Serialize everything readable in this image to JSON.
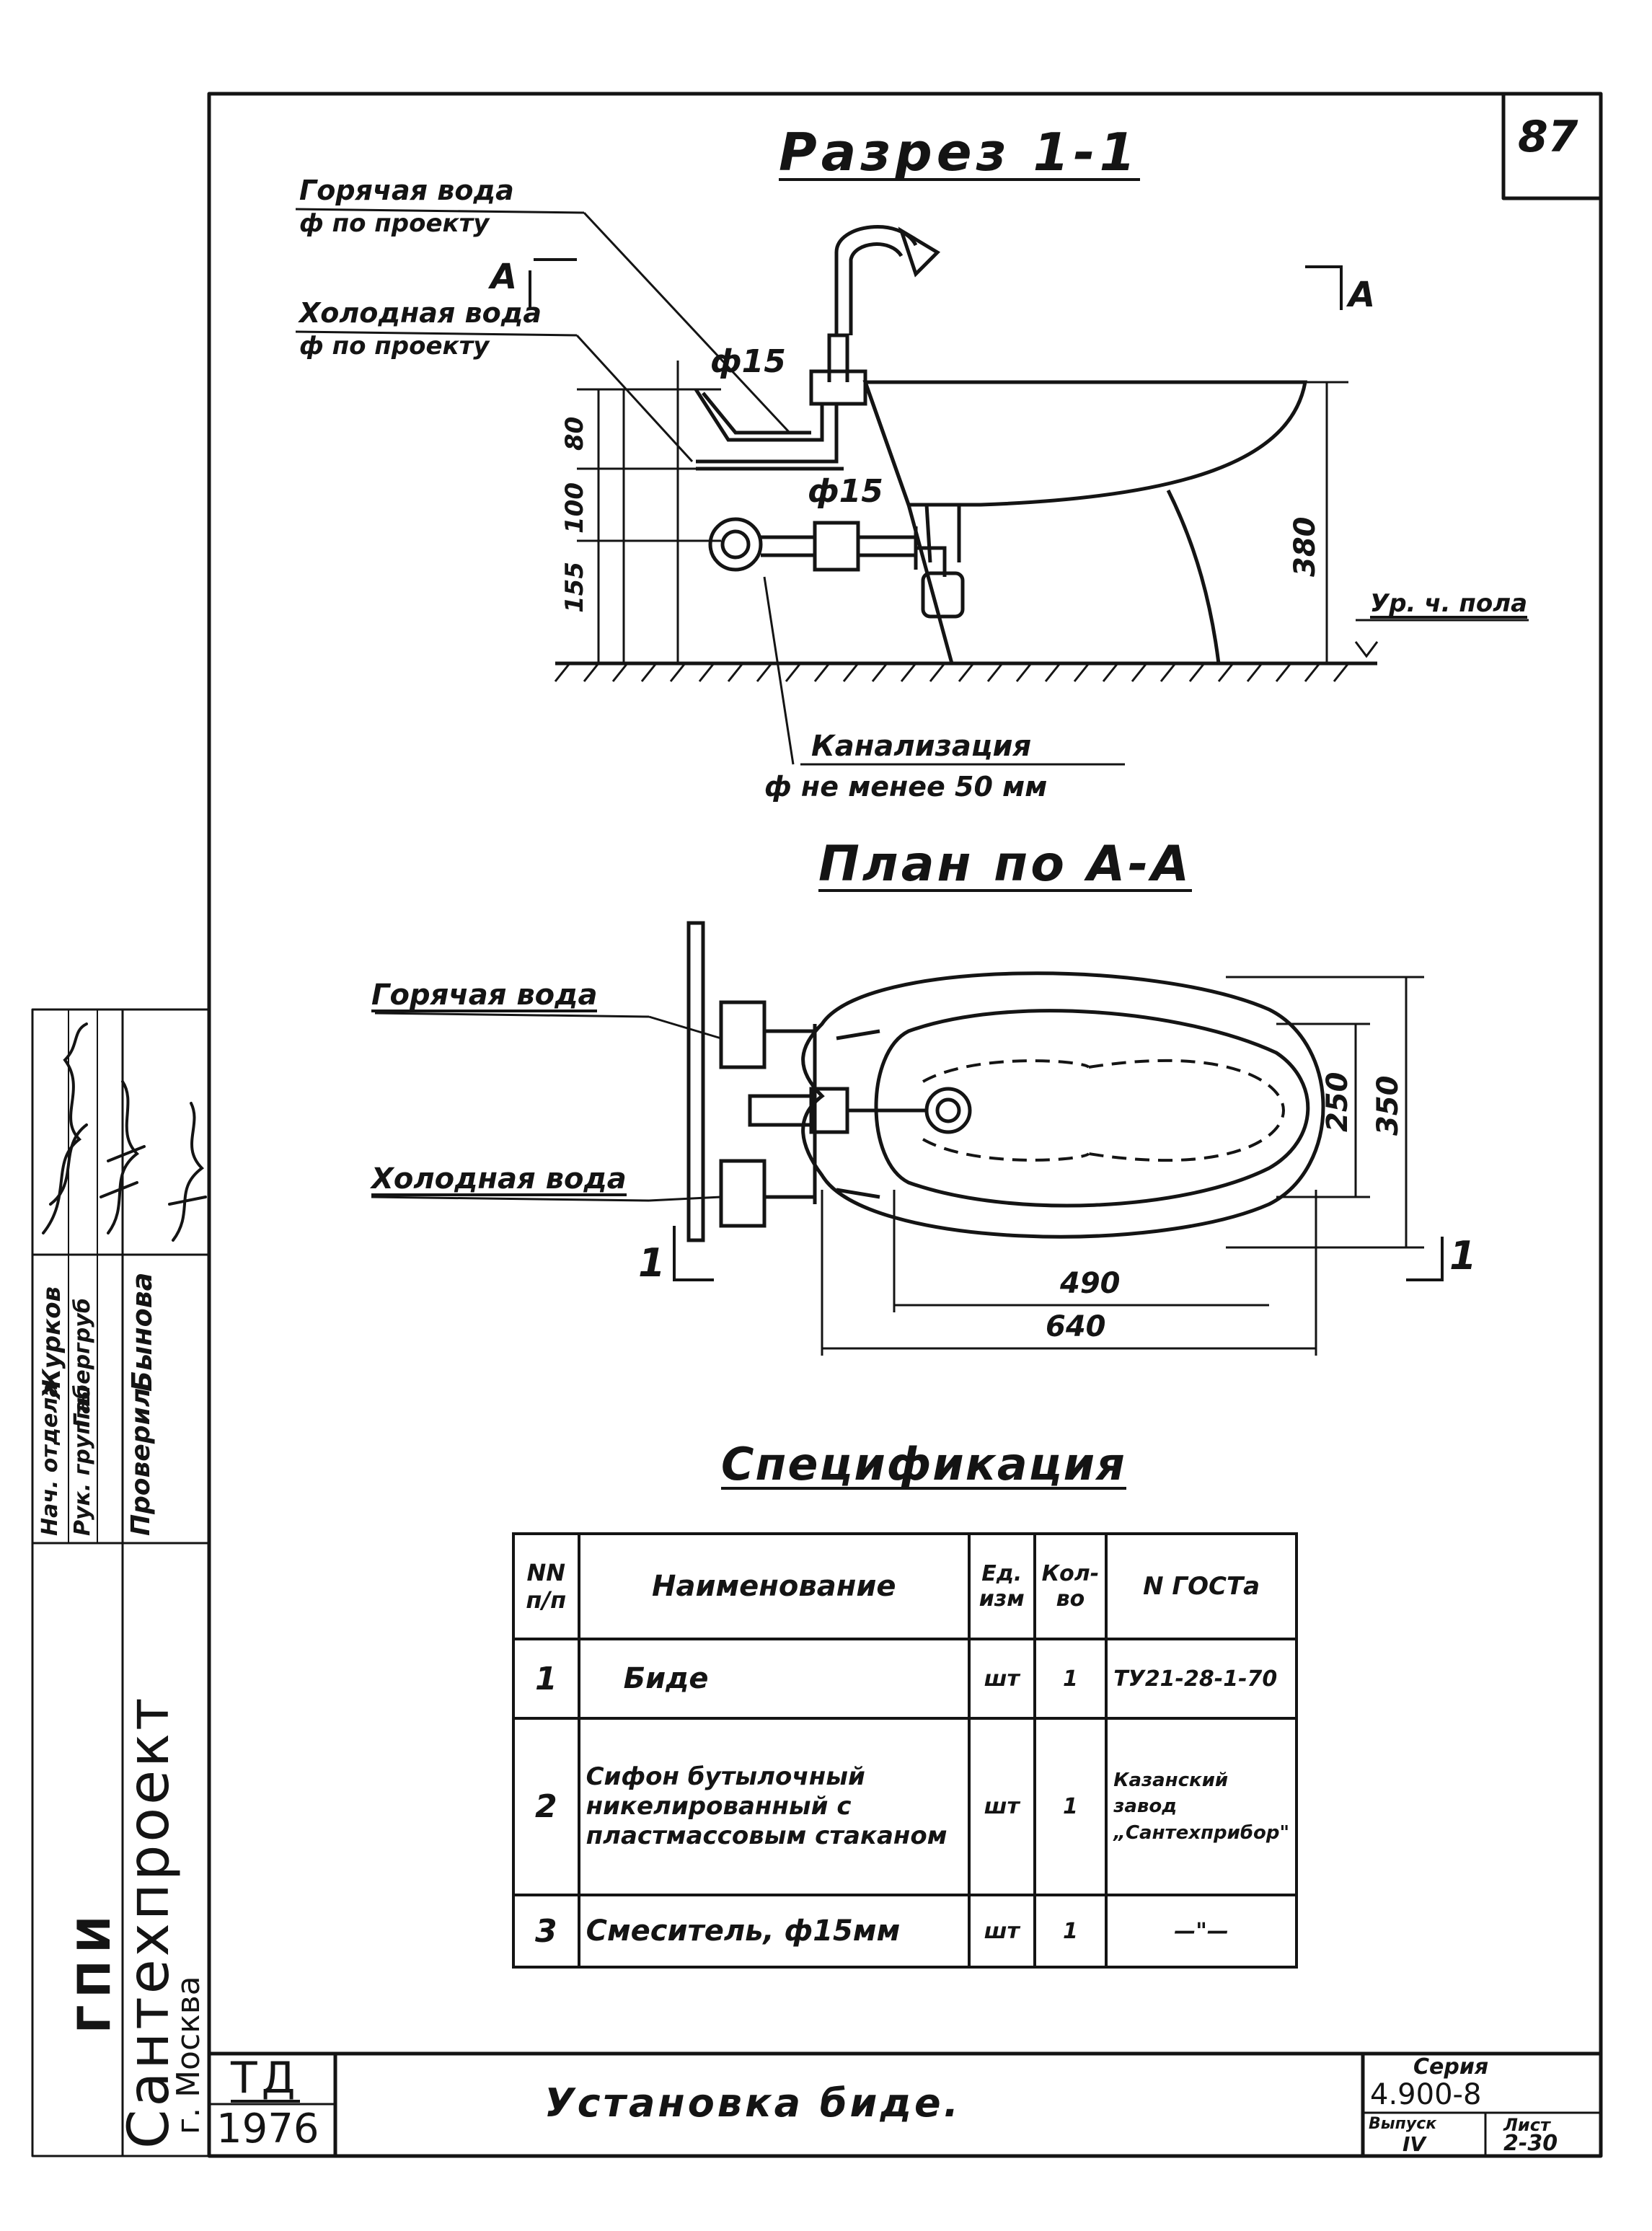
{
  "sheet_number": "87",
  "section_title": "Разрез 1-1",
  "section_labels": {
    "hot_water": "Горячая вода",
    "hot_water_size": "ф по проекту",
    "cold_water": "Холодная вода",
    "cold_water_size": "ф по проекту",
    "cut_mark_left": "А",
    "cut_mark_right": "А",
    "pipe_top": "ф15",
    "pipe_bottom": "ф15",
    "floor_level": "Ур. ч. пола",
    "sewer": "Канализация",
    "sewer_size": "ф не менее 50 мм",
    "dims": [
      "80",
      "100",
      "155",
      "380"
    ]
  },
  "plan_title": "План по А-А",
  "plan_labels": {
    "hot_water": "Горячая вода",
    "cold_water": "Холодная вода",
    "cut_left": "1",
    "cut_right": "1",
    "dims": [
      "250",
      "350",
      "490",
      "640"
    ]
  },
  "spec_title": "Спецификация",
  "spec_table": {
    "headers": [
      "NN п/п",
      "Наименование",
      "Ед. изм",
      "Кол-во",
      "N ГОСТа"
    ],
    "rows": [
      {
        "no": "1",
        "name": "Биде",
        "unit": "шт",
        "qty": "1",
        "gost": "ТУ21-28-1-70"
      },
      {
        "no": "2",
        "name": "Сифон бутылочный никелированный с пластмассовым стаканом",
        "unit": "шт",
        "qty": "1",
        "gost": "Казанский завод „Сантехприбор\""
      },
      {
        "no": "3",
        "name": "Смеситель, ф15мм",
        "unit": "шт",
        "qty": "1",
        "gost": "—\"—"
      }
    ]
  },
  "title_block": {
    "org_line1": "ГПИ",
    "org_line2": "Сантехпроект",
    "org_city": "г. Москва",
    "roles": [
      {
        "role": "Нач. отдела",
        "name": "Журков"
      },
      {
        "role": "Рук. группы",
        "name": "Габергруб"
      },
      {
        "role": "Проверил",
        "name": "Бынова"
      }
    ],
    "stamp_top": "ТД",
    "stamp_year": "1976",
    "drawing_title": "Установка биде.",
    "series_label": "Серия",
    "series_value": "4.900-8",
    "issue_label": "Выпуск",
    "issue_value": "IV",
    "sheet_label": "Лист",
    "sheet_value": "2-30"
  }
}
